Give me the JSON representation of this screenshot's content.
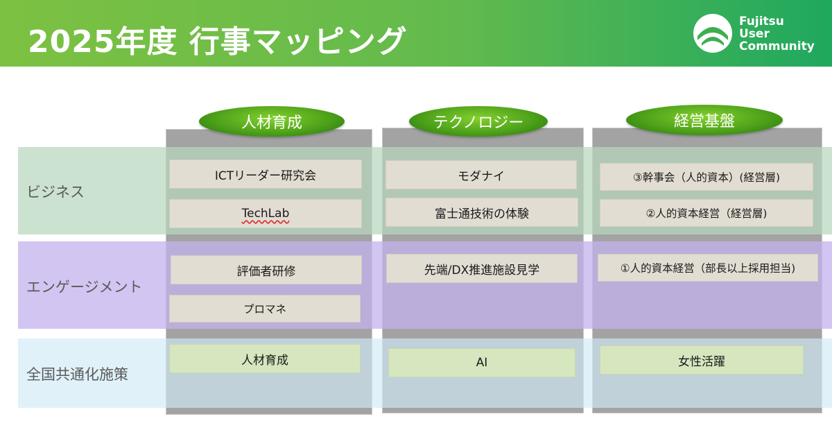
{
  "header": {
    "title": "2025年度 行事マッピング",
    "logo": {
      "lines": [
        "Fujitsu",
        "User",
        "Community"
      ]
    }
  },
  "columns": [
    {
      "label": "人材育成"
    },
    {
      "label": "テクノロジー"
    },
    {
      "label": "経営基盤"
    }
  ],
  "rows": [
    {
      "label": "ビジネス"
    },
    {
      "label": "エンゲージメント"
    },
    {
      "label": "全国共通化施策"
    }
  ],
  "cells": {
    "business": {
      "hr": [
        "ICTリーダー研究会",
        "TechLab"
      ],
      "tech": [
        "モダナイ",
        "富士通技術の体験"
      ],
      "mgmt": [
        "③幹事会（人的資本）(経営層)",
        "②人的資本経営（経営層)"
      ]
    },
    "engagement": {
      "hr": [
        "評価者研修",
        "プロマネ"
      ],
      "tech": [
        "先端/DX推進施設見学"
      ],
      "mgmt": [
        "①人的資本経営（部長以上採用担当)"
      ]
    },
    "national": {
      "hr": [
        "人材育成"
      ],
      "tech": [
        "AI"
      ],
      "mgmt": [
        "女性活躍"
      ]
    }
  },
  "colors": {
    "header_start": "#7dc142",
    "header_end": "#1fa85f",
    "column_bg": "#a3a3a3",
    "card": "#e2ddd3",
    "card_green": "#d6e7bf",
    "business_band": "#b7d7be",
    "engagement_band": "#c4b2ec",
    "national_band": "#d0eaf6"
  }
}
